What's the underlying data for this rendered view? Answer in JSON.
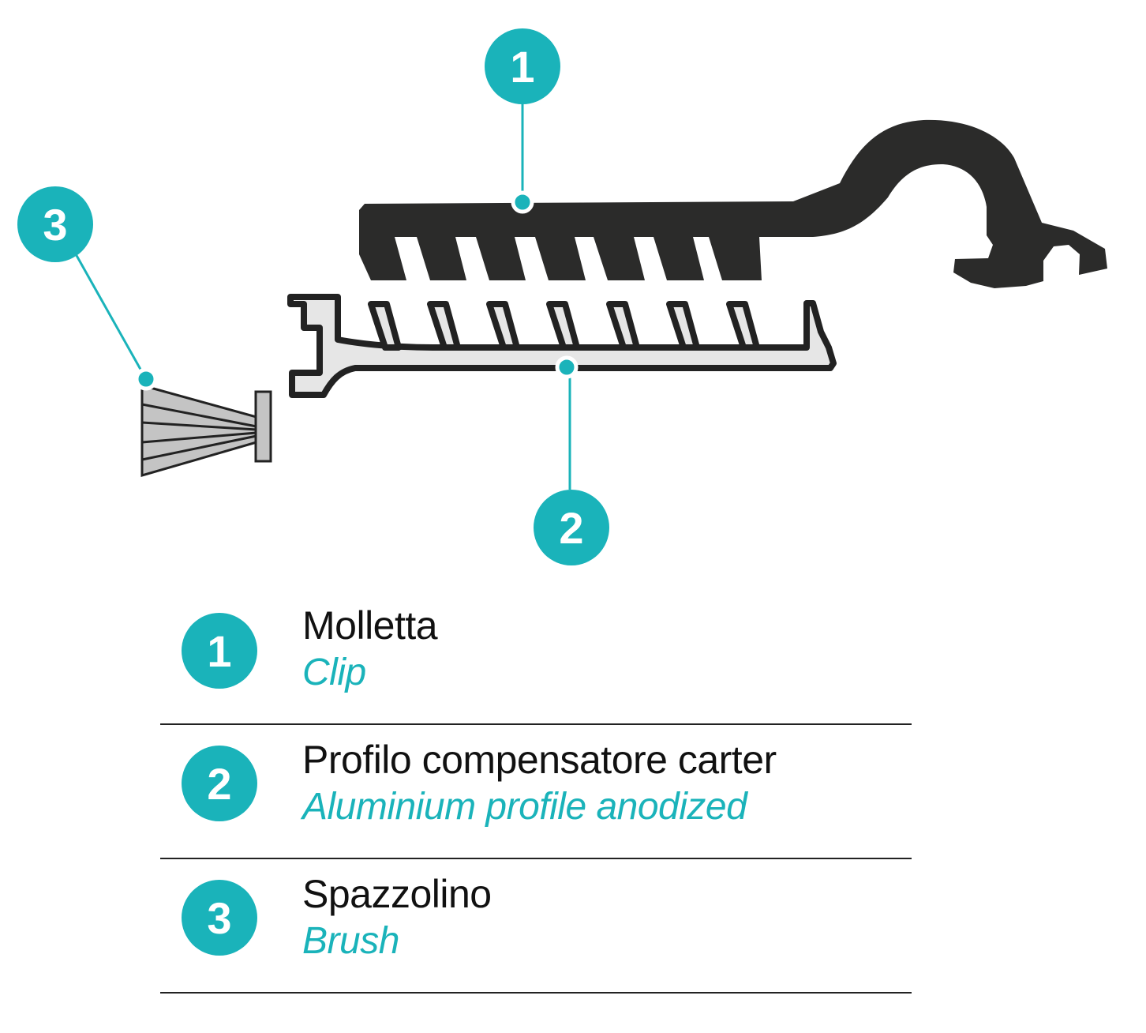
{
  "colors": {
    "accent": "#1ab3ba",
    "clip": "#2b2b2a",
    "profile_fill": "#e6e6e6",
    "outline": "#222222",
    "brush": "#c4c4c4"
  },
  "callouts": [
    {
      "number": "1",
      "part": "clip"
    },
    {
      "number": "2",
      "part": "profile"
    },
    {
      "number": "3",
      "part": "brush"
    }
  ],
  "legend": [
    {
      "number": "1",
      "name_it": "Molletta",
      "name_en": "Clip"
    },
    {
      "number": "2",
      "name_it": "Profilo compensatore carter",
      "name_en": "Aluminium profile anodized"
    },
    {
      "number": "3",
      "name_it": "Spazzolino",
      "name_en": "Brush"
    }
  ]
}
